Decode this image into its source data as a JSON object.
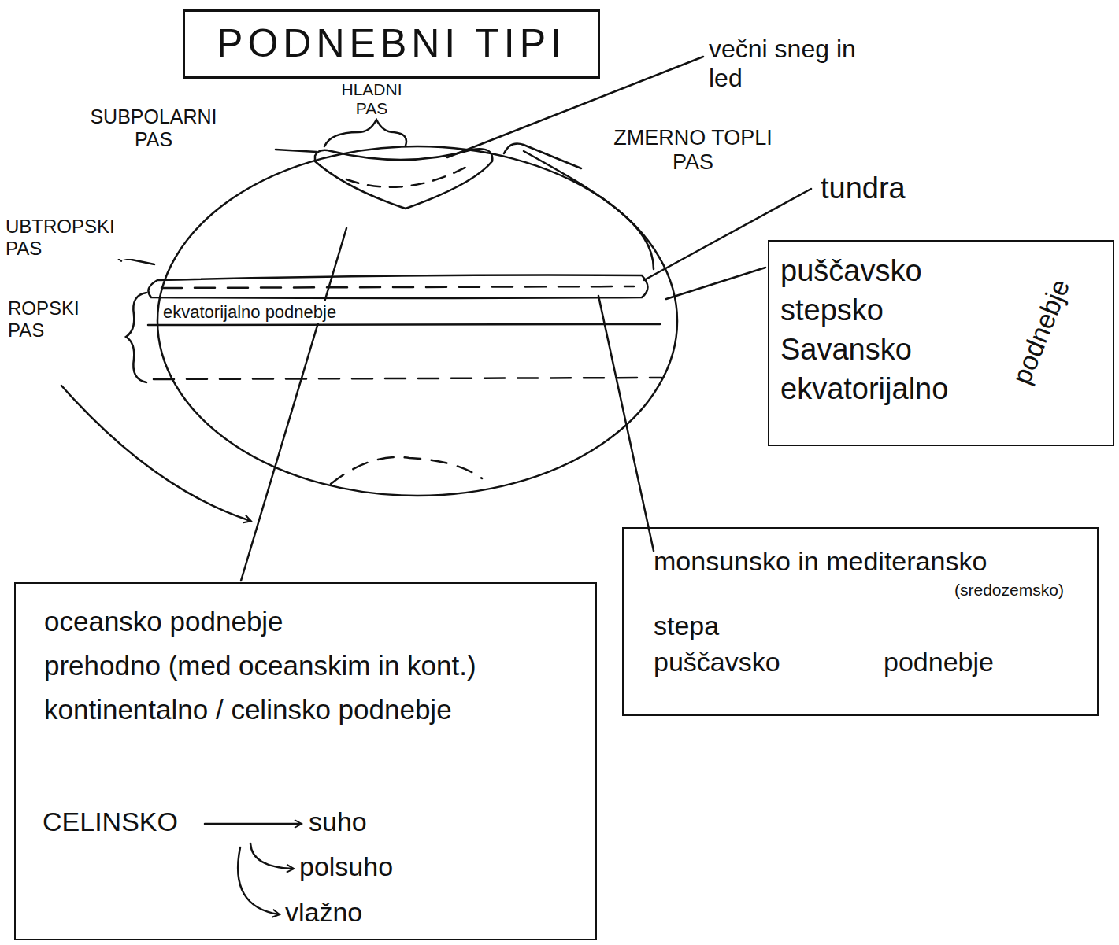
{
  "diagram": {
    "title": "PODNEBNI TIPI",
    "nodes": [
      {
        "text": [
          "puščavsko stepsko Savansko ekvatorijalno",
          "podnebje"
        ]
      },
      {
        "text": [
          "monsunsko in mediteransko",
          "(sredozemsko)",
          "stepa",
          "puščavsko",
          "podnebje"
        ]
      },
      {
        "text": [
          "oceansko podnebje",
          "prehodno (med oceanskim in kont.)",
          "kontinentalno / celinsko podnebje",
          "CELINSKO",
          "suho",
          "polsuho",
          "vlažno"
        ]
      }
    ],
    "labels": [
      "HLADNI PAS",
      "SUBPOLARNI PAS",
      "večni sneg in led",
      "ZMERNO TOPLI PAS",
      "tundra",
      "UBTROPSKI PAS",
      "ROPSKI PAS",
      "ekvatorijalno podnebje"
    ]
  }
}
